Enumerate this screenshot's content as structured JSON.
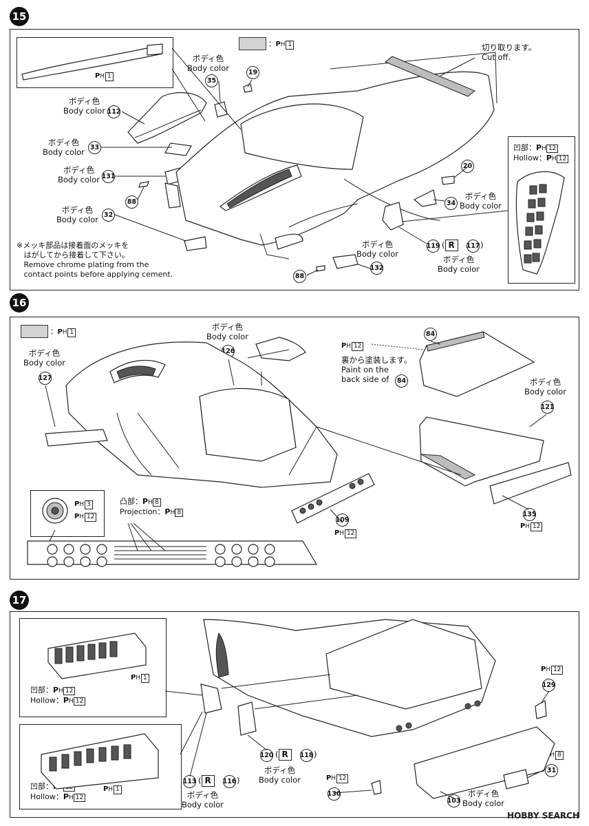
{
  "steps": {
    "s15": {
      "number": "15",
      "legend_suffix": "1",
      "inset_ph": "1",
      "cut_off_jp": "切り取ります。",
      "cut_off_en": "Cut off.",
      "body_color_jp": "ボディ色",
      "body_color_en": "Body color",
      "hollow_jp": "凹部：",
      "hollow_en": "Hollow：",
      "hollow_ph": "12",
      "chrome_note_jp1": "※メッキ部品は接着面のメッキを",
      "chrome_note_jp2": "はがしてから接着して下さい。",
      "chrome_note_en1": "Remove chrome plating from the",
      "chrome_note_en2": "contact points before applying cement.",
      "parts": [
        "19",
        "35",
        "112",
        "33",
        "131",
        "88",
        "32",
        "20",
        "34",
        "119",
        "117",
        "132",
        "88"
      ],
      "r_label": "R"
    },
    "s16": {
      "number": "16",
      "legend_suffix": "1",
      "paint_ph": "12",
      "paint_back_jp": "裏から塗装します。",
      "paint_back_en1": "Paint on the",
      "paint_back_en2": "back side of",
      "paint_back_part": "84",
      "projection_jp": "凸部：",
      "projection_en": "Projection：",
      "projection_ph": "8",
      "light_ph_a": "3",
      "light_ph_b": "12",
      "parts": [
        "126",
        "127",
        "84",
        "121",
        "109",
        "135"
      ],
      "part_109_ph": "12",
      "part_135_ph": "12"
    },
    "s17": {
      "number": "17",
      "inset_a_ph": "1",
      "inset_a_hollow_ph": "12",
      "inset_b_ph": "1",
      "inset_b_hollow_ph": "12",
      "parts": [
        "129",
        "120",
        "118",
        "31",
        "113",
        "116",
        "130",
        "103"
      ],
      "ph_129": "12",
      "ph_130": "12",
      "ph_31": "8"
    }
  },
  "ph_prefix": "P",
  "ph_sub": "H",
  "watermark": "HOBBY SEARCH",
  "colors": {
    "legend_fill": "#d3d3d3",
    "ink": "#222222"
  },
  "icons": [
    "numbered-step-badge",
    "part-number-circle",
    "paint-swatch",
    "hobby-search-logo"
  ]
}
